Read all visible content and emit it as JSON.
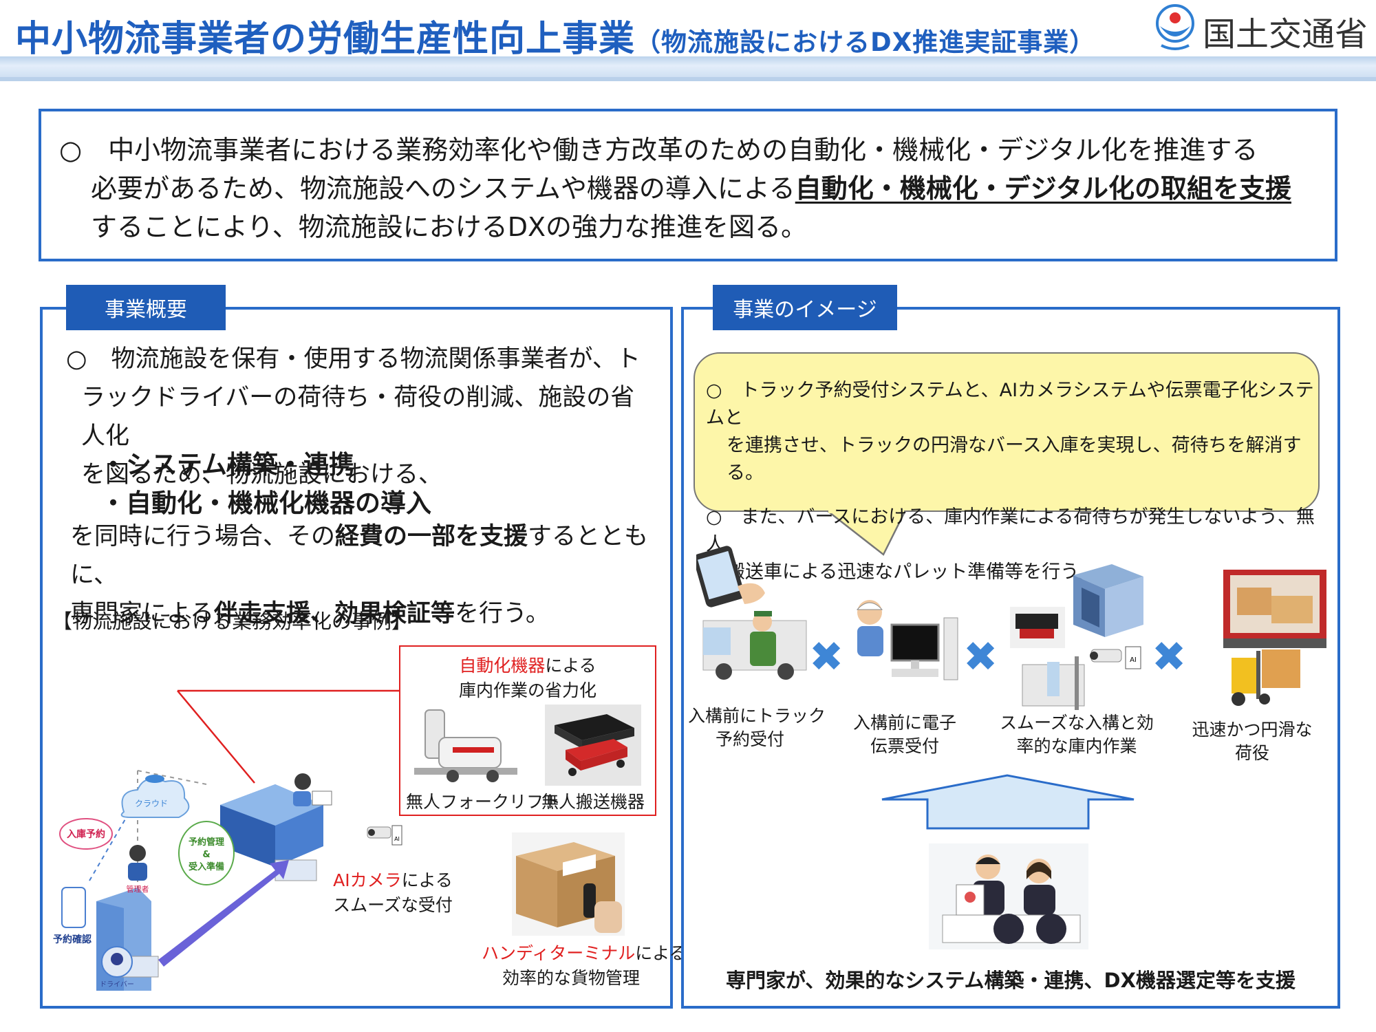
{
  "header": {
    "title": "中小物流事業者の労働生産性向上事業",
    "subtitle": "（物流施設におけるDX推進実証事業）",
    "ministry": "国土交通省"
  },
  "intro": {
    "line1": "○　中小物流事業者における業務効率化や働き方改革のための自動化・機械化・デジタル化を推進する",
    "line2_a": "必要があるため、物流施設へのシステムや機器の導入による",
    "line2_b": "自動化・機械化・デジタル化の取組を支援",
    "line3": "することにより、物流施設におけるDXの強力な推進を図る。"
  },
  "left_panel": {
    "tab": "事業概要",
    "p1_line1": "○　物流施設を保有・使用する物流関係事業者が、ト",
    "p1_line2": "ラックドライバーの荷待ち・荷役の削減、施設の省人化",
    "p1_line3": "を図るため、物流施設における、",
    "bullet1": "・システム構築・連携",
    "bullet2": "・自動化・機械化機器の導入",
    "p2_a": "を同時に行う場合、その",
    "p2_b": "経費の一部を支援",
    "p2_c": "するとともに、",
    "p3_a": "専門家による",
    "p3_b": "伴走支援、効果検証等",
    "p3_c": "を行う。",
    "examples_title": "【物流施設における業務効率化の事例】",
    "auto_red": "自動化機器",
    "auto_black": "による",
    "auto_line2": "庫内作業の省力化",
    "forklift": "無人フォークリフト",
    "carrier": "無人搬送機器",
    "ai_red": "AIカメラ",
    "ai_black": "による",
    "ai_line2": "スムーズな受付",
    "ht_red": "ハンディターミナル",
    "ht_black": "による",
    "ht_line2": "効率的な貨物管理",
    "diagram": {
      "cloud": "クラウド",
      "booking": "入庫予約",
      "manager": "管理者",
      "plan1": "予約管理",
      "plan2": "&",
      "plan3": "受入準備",
      "confirm": "予約確認",
      "driver": "ドライバー"
    }
  },
  "right_panel": {
    "tab": "事業のイメージ",
    "bubble_p1_l1": "○　トラック予約受付システムと、AIカメラシステムや伝票電子化システムと",
    "bubble_p1_l2": "を連携させ、トラックの円滑なバース入庫を実現し、荷待ちを解消する。",
    "bubble_p2_l1": "○　また、バースにおける、庫内作業による荷待ちが発生しないよう、無人",
    "bubble_p2_l2": "搬送車による迅速なパレット準備等を行う。",
    "steps": [
      {
        "l1": "入構前にトラック",
        "l2": "予約受付"
      },
      {
        "l1": "入構前に電子",
        "l2": "伝票受付"
      },
      {
        "l1": "スムーズな入構と効",
        "l2": "率的な庫内作業"
      },
      {
        "l1": "迅速かつ円滑な",
        "l2": "荷役"
      }
    ],
    "cross": "✖",
    "bottom": "専門家が、効果的なシステム構築・連携、DX機器選定等を支援"
  }
}
